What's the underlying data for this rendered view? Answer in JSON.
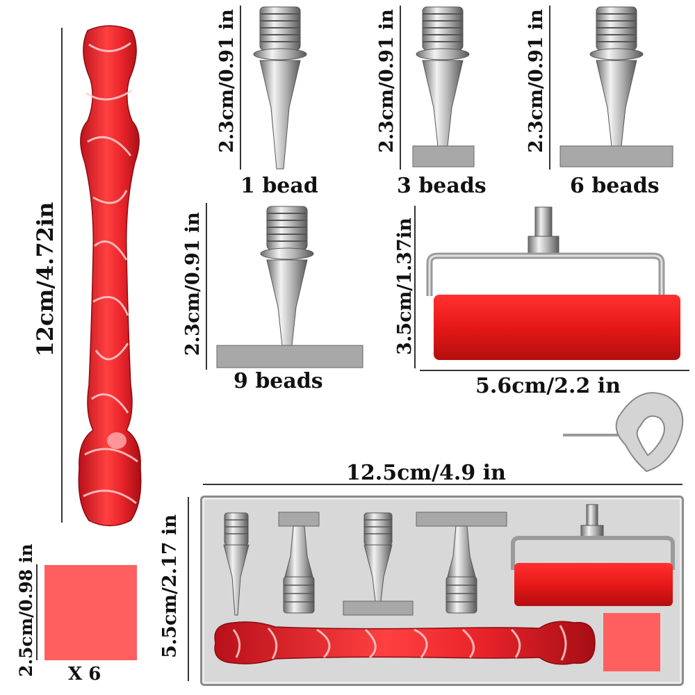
{
  "labels": {
    "handle_length": "12cm/4.72in",
    "tip1_height": "2.3cm/0.91 in",
    "tip1_name": "1 bead",
    "tip3_height": "2.3cm/0.91 in",
    "tip3_name": "3 beads",
    "tip6_height": "2.3cm/0.91 in",
    "tip6_name": "6 beads",
    "tip9_height": "2.3cm/0.91 in",
    "tip9_name": "9 beads",
    "roller_height": "3.5cm/1.37in",
    "roller_width": "5.6cm/2.2 in",
    "tray_width": "12.5cm/4.9 in",
    "tray_height": "5.5cm/2.17 in",
    "pad_size": "2.5cm/0.98 in",
    "pad_count": "X 6"
  },
  "colors": {
    "handle_red": "#e8242a",
    "roller_red": "#f02020",
    "pad_pink": "#ff5f5f",
    "metal": "#b8b8b8",
    "tray_gray": "#d8d8d8"
  },
  "icons": [
    "handle-image",
    "pen-tip-image",
    "roller-image",
    "heart-key-image",
    "glue-pad-image"
  ]
}
